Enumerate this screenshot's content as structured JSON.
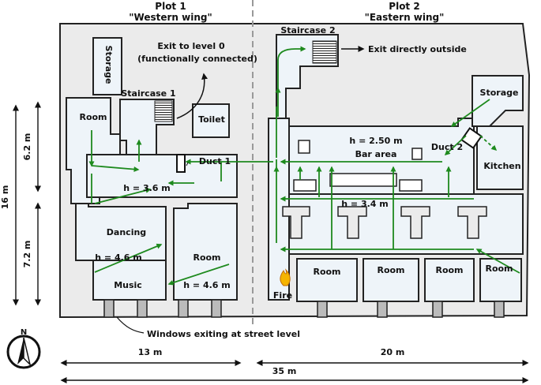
{
  "plots": [
    {
      "name": "Plot 1",
      "wing": "\"Western wing\""
    },
    {
      "name": "Plot 2",
      "wing": "\"Eastern wing\""
    }
  ],
  "rooms": {
    "storage_west": "Storage",
    "staircase_1": "Staircase 1",
    "room_west": "Room",
    "toilet": "Toilet",
    "duct_1": "Duct 1",
    "height_west": "h = 3.6 m",
    "dancing": "Dancing",
    "dancing_h": "h = 4.6 m",
    "music": "Music",
    "room_sw": "Room",
    "room_sw_h": "h = 4.6 m",
    "staircase_2": "Staircase 2",
    "bar_h": "h = 2.50 m",
    "bar_area": "Bar area",
    "duct_2": "Duct 2",
    "storage_east": "Storage",
    "kitchen": "Kitchen",
    "height_east": "h = 3.4 m",
    "fire": "Fire",
    "room_e1": "Room",
    "room_e2": "Room",
    "room_e3": "Room",
    "room_e4": "Room"
  },
  "annotations": {
    "exit_level0_line1": "Exit to level 0",
    "exit_level0_line2": "(functionally connected)",
    "exit_outside": "Exit directly outside",
    "windows": "Windows exiting at street level"
  },
  "dimensions": {
    "dim_13": "13 m",
    "dim_20": "20 m",
    "dim_35": "35 m",
    "dim_16": "16 m",
    "dim_62": "6.2 m",
    "dim_72": "7.2 m"
  },
  "compass": "N",
  "colors": {
    "arrow": "#1e8a1e",
    "floor": "#eef4f9",
    "wall_fill": "#ebebeb",
    "fire": "#f5b400"
  }
}
